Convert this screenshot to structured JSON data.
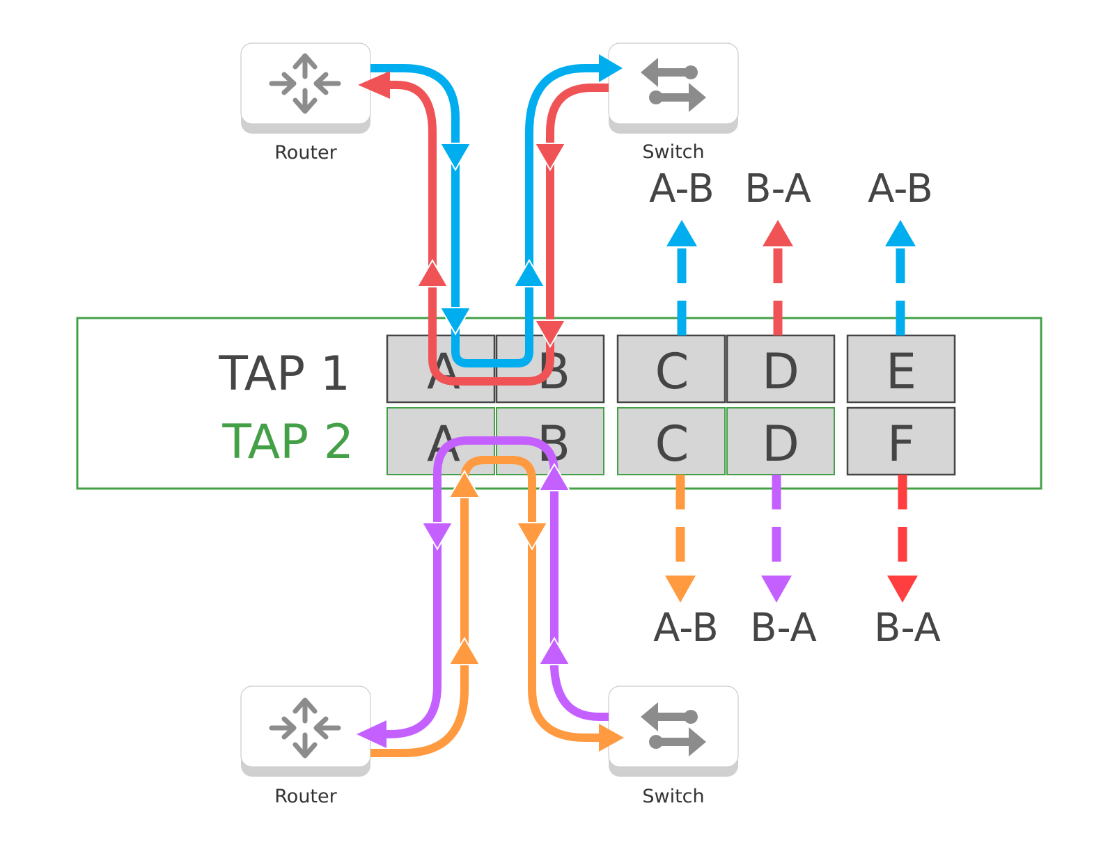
{
  "colors": {
    "flow_ab_top": "#00AEEF",
    "flow_ba_top": "#F05355",
    "flow_ab_bottom": "#FF9A40",
    "flow_ba_bottom": "#C460FF",
    "flow_ba_port_f": "#FF3F3F",
    "tap_border": "#43A047",
    "tap2_label": "#43A047",
    "tap1_label": "#454545",
    "port_fill": "#D6D6D6",
    "port_border_tap1": "#454545",
    "port_border_tap2": "#43A047",
    "device_icon": "#8C8C8C"
  },
  "devices": {
    "top_router": {
      "label": "Router",
      "icon": "router-icon"
    },
    "top_switch": {
      "label": "Switch",
      "icon": "switch-icon"
    },
    "bottom_router": {
      "label": "Router",
      "icon": "router-icon"
    },
    "bottom_switch": {
      "label": "Switch",
      "icon": "switch-icon"
    }
  },
  "taps": [
    {
      "label": "TAP 1",
      "ports": [
        "A",
        "B",
        "C",
        "D",
        "E"
      ]
    },
    {
      "label": "TAP 2",
      "ports": [
        "A",
        "B",
        "C",
        "D",
        "F"
      ]
    }
  ],
  "monitor_outputs": {
    "top": [
      {
        "port": "C",
        "tap": "TAP 1",
        "label": "A-B",
        "direction": "up",
        "color": "flow_ab_top"
      },
      {
        "port": "D",
        "tap": "TAP 1",
        "label": "B-A",
        "direction": "up",
        "color": "flow_ba_top"
      },
      {
        "port": "E",
        "tap": "TAP 1",
        "label": "A-B",
        "direction": "up",
        "color": "flow_ab_top"
      }
    ],
    "bottom": [
      {
        "port": "C",
        "tap": "TAP 2",
        "label": "A-B",
        "direction": "down",
        "color": "flow_ab_bottom"
      },
      {
        "port": "D",
        "tap": "TAP 2",
        "label": "B-A",
        "direction": "down",
        "color": "flow_ba_bottom"
      },
      {
        "port": "F",
        "tap": "TAP 2",
        "label": "B-A",
        "direction": "down",
        "color": "flow_ba_port_f"
      }
    ]
  }
}
